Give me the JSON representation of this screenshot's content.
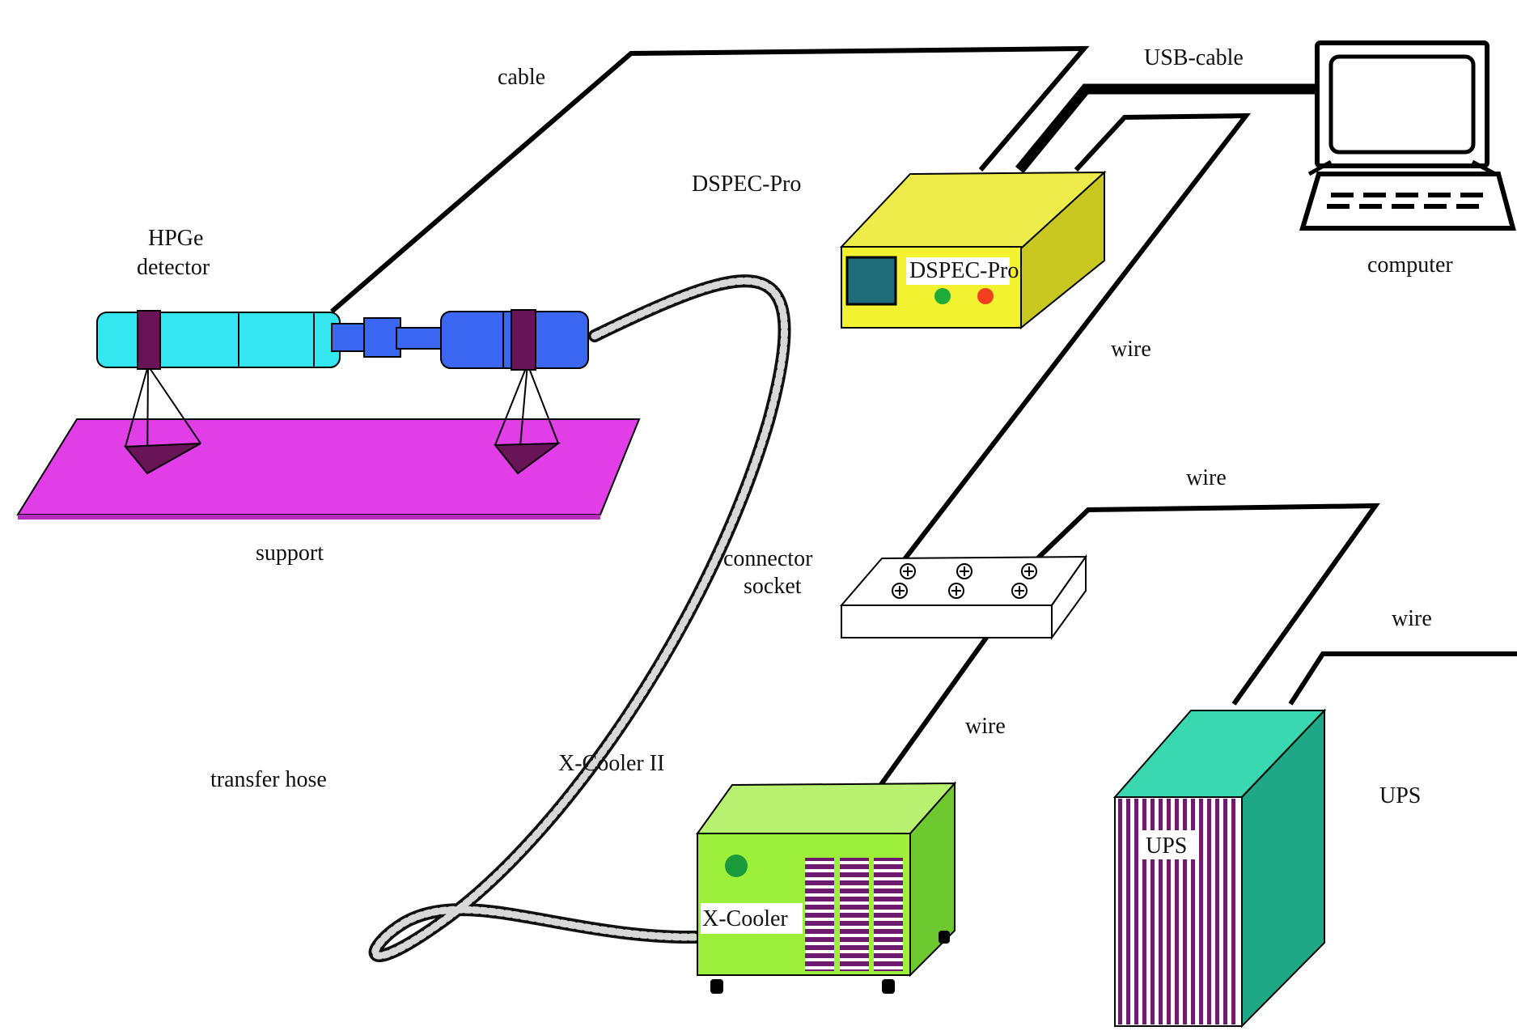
{
  "diagram": {
    "labels": {
      "cable": "cable",
      "usb_cable": "USB-cable",
      "computer": "computer",
      "dspec_pro_top": "DSPEC-Pro",
      "dspec_pro_box": "DSPEC-Pro",
      "hpge_line1": "HPGe",
      "hpge_line2": "detector",
      "support": "support",
      "wire_dspec": "wire",
      "wire_ups_top": "wire",
      "wire_right": "wire",
      "wire_xcooler": "wire",
      "connector_line1": "connector",
      "connector_line2": "socket",
      "transfer_hose": "transfer hose",
      "xcooler_title": "X-Cooler II",
      "xcooler_box": "X-Cooler",
      "ups_title": "UPS",
      "ups_box": "UPS"
    },
    "icons": {
      "computer": "computer-icon",
      "dspec": "dspec-pro-device",
      "detector": "hpge-detector",
      "support": "support-table",
      "connector": "connector-socket",
      "xcooler": "x-cooler-device",
      "ups": "ups-device"
    },
    "colors": {
      "detector_light": "#33e6f0",
      "detector_blue": "#3a66f0",
      "detector_band": "#6a1458",
      "support": "#e23ee8",
      "dspec_yellow": "#f2f230",
      "dspec_screen": "#1f6b7a",
      "led_green": "#1faa3a",
      "led_red": "#f04020",
      "xcooler_green": "#9cf03a",
      "ups_teal": "#2fcfa8",
      "ups_stripe": "#6e1a6e",
      "line": "#000000"
    }
  }
}
